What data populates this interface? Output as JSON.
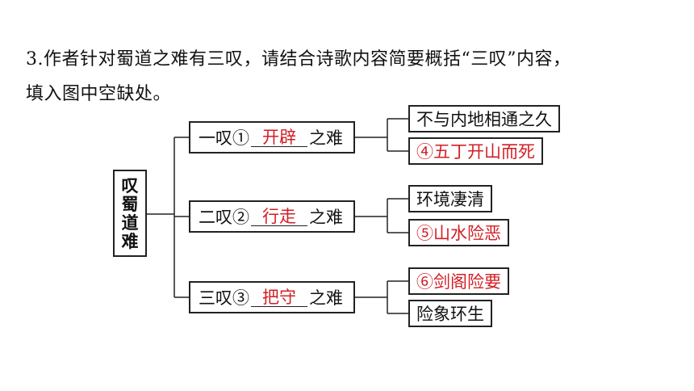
{
  "question": {
    "line1": "3.作者针对蜀道之难有三叹，请结合诗歌内容简要概括“三叹”内容，",
    "line2": "填入图中空缺处。"
  },
  "root": {
    "chars": [
      "叹",
      "蜀",
      "道",
      "难"
    ]
  },
  "branches": [
    {
      "prefix": "一叹①",
      "answer": "开辟",
      "suffix": "之难",
      "leaves": [
        "不与内地相通之久",
        "④五丁开山而死"
      ]
    },
    {
      "prefix": "二叹②",
      "answer": "行走",
      "suffix": "之难",
      "leaves": [
        "环境凄清",
        "⑤山水险恶"
      ]
    },
    {
      "prefix": "三叹③",
      "answer": "把守",
      "suffix": "之难",
      "leaves": [
        "⑥剑阁险要",
        "险象环生"
      ]
    }
  ],
  "colors": {
    "answer": "#d21f26",
    "line": "#222222"
  }
}
